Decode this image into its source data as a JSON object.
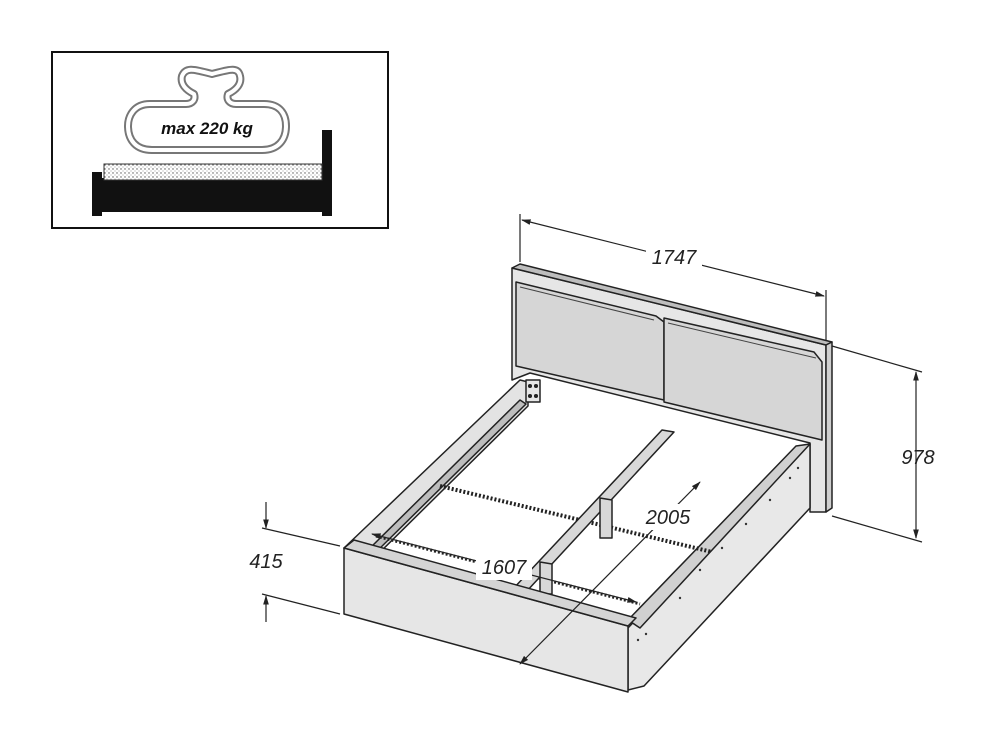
{
  "load_label": {
    "text": "max 220 kg"
  },
  "dimensions": {
    "width": "1747",
    "height": "978",
    "length": "2005",
    "inner_width": "1607",
    "side_height": "415"
  },
  "colors": {
    "line": "#222222",
    "frame_fill": "#e8e8e8",
    "headboard_fill": "#e4e4e4",
    "cushion_fill": "#d6d6d6",
    "rail_fill": "#cfcfcf"
  },
  "icons": [
    "weight-icon",
    "bed-icon"
  ]
}
